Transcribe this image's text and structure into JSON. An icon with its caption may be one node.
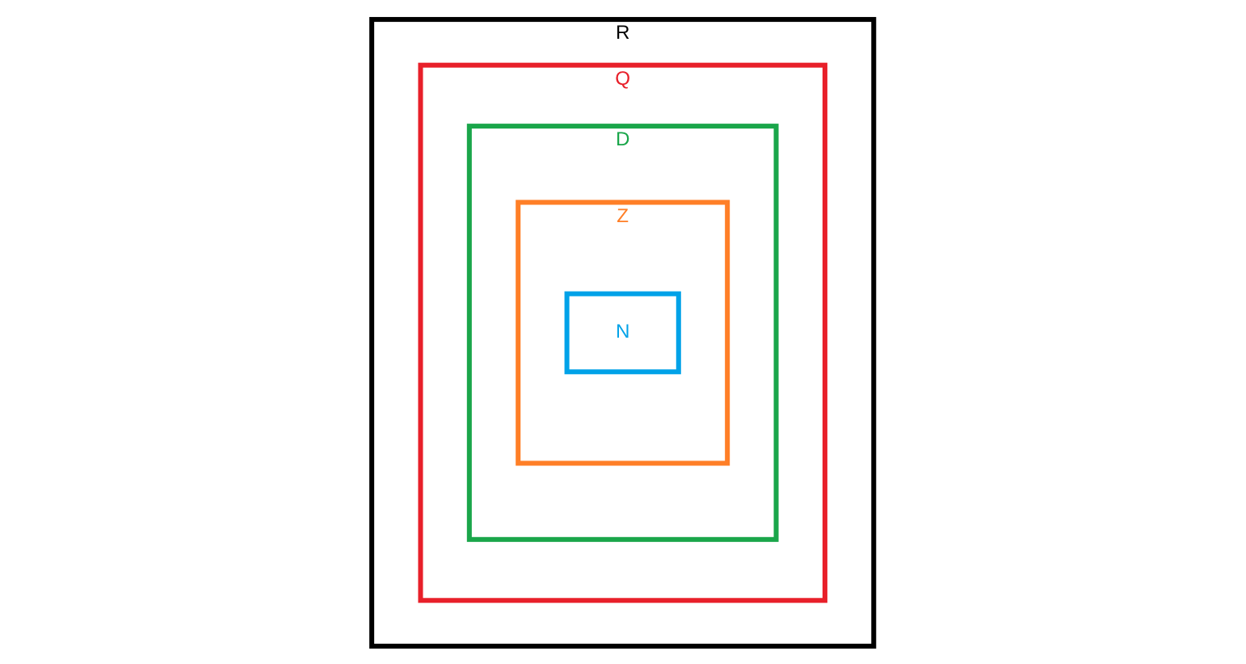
{
  "diagram": {
    "nodes": [
      {
        "text": [
          "R"
        ]
      },
      {
        "text": [
          "Q"
        ],
        "in": 0
      },
      {
        "text": [
          "D"
        ],
        "in": 1
      },
      {
        "text": [
          "Z"
        ],
        "in": 2
      },
      {
        "text": [
          "N"
        ],
        "in": 3
      }
    ]
  }
}
